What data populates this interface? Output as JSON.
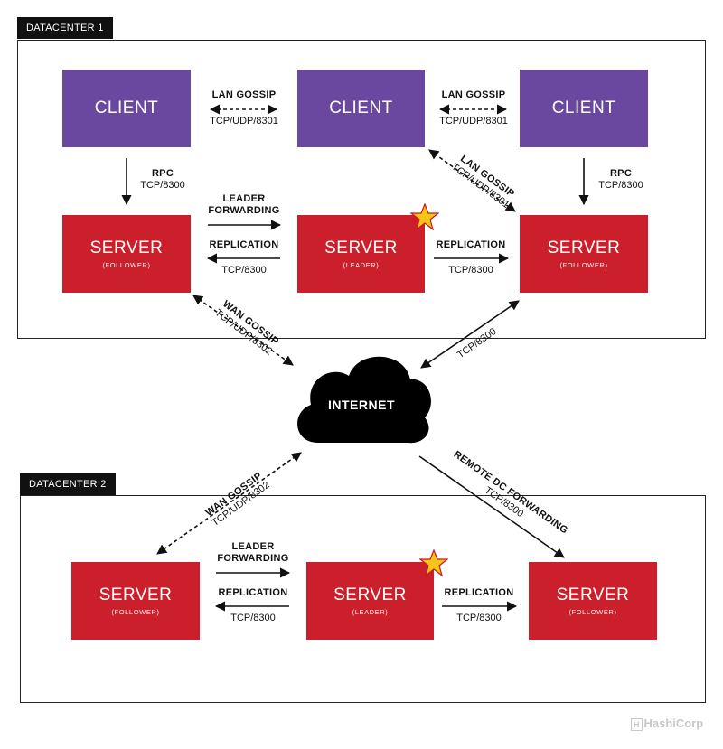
{
  "datacenter1": {
    "label": "DATACENTER 1"
  },
  "datacenter2": {
    "label": "DATACENTER 2"
  },
  "nodes": {
    "client1": {
      "name": "CLIENT"
    },
    "client2": {
      "name": "CLIENT"
    },
    "client3": {
      "name": "CLIENT"
    },
    "dc1_server1": {
      "name": "SERVER",
      "role": "(FOLLOWER)"
    },
    "dc1_server2": {
      "name": "SERVER",
      "role": "(LEADER)"
    },
    "dc1_server3": {
      "name": "SERVER",
      "role": "(FOLLOWER)"
    },
    "dc2_server1": {
      "name": "SERVER",
      "role": "(FOLLOWER)"
    },
    "dc2_server2": {
      "name": "SERVER",
      "role": "(LEADER)"
    },
    "dc2_server3": {
      "name": "SERVER",
      "role": "(FOLLOWER)"
    }
  },
  "links": {
    "lan_gossip_1": {
      "title": "LAN GOSSIP",
      "port": "TCP/UDP/8301"
    },
    "lan_gossip_2": {
      "title": "LAN GOSSIP",
      "port": "TCP/UDP/8301"
    },
    "lan_gossip_diag": {
      "title": "LAN GOSSIP",
      "port": "TCP/UDP/8301"
    },
    "rpc_1": {
      "title": "RPC",
      "port": "TCP/8300"
    },
    "rpc_3": {
      "title": "RPC",
      "port": "TCP/8300"
    },
    "dc1_forwarding": {
      "title_line1": "LEADER",
      "title_line2": "FORWARDING"
    },
    "dc1_replication_left": {
      "title": "REPLICATION",
      "port": "TCP/8300"
    },
    "dc1_replication_right": {
      "title": "REPLICATION",
      "port": "TCP/8300"
    },
    "wan_gossip_dc1": {
      "title": "WAN GOSSIP",
      "port": "TCP/UDP/8302"
    },
    "internet_tcp": {
      "port": "TCP/8300"
    },
    "wan_gossip_dc2": {
      "title": "WAN GOSSIP",
      "port": "TCP/UDP/8302"
    },
    "remote_dc": {
      "title": "REMOTE DC FORWARDING",
      "port": "TCP/8300"
    },
    "dc2_forwarding": {
      "title_line1": "LEADER",
      "title_line2": "FORWARDING"
    },
    "dc2_replication_left": {
      "title": "REPLICATION",
      "port": "TCP/8300"
    },
    "dc2_replication_right": {
      "title": "REPLICATION",
      "port": "TCP/8300"
    }
  },
  "internet": {
    "label": "INTERNET"
  },
  "brand": {
    "name": "HashiCorp"
  },
  "colors": {
    "client": "#6a48a0",
    "server": "#cc1f2c",
    "star": "#f5c518",
    "cloud": "#000000"
  }
}
